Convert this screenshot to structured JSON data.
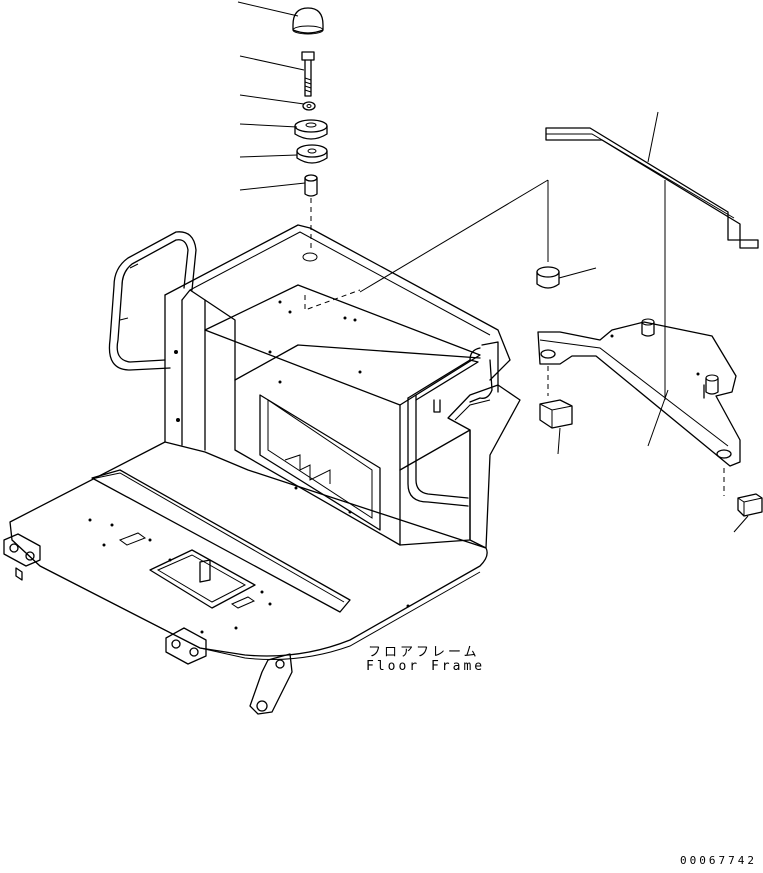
{
  "diagram": {
    "label_japanese": "フロアフレーム",
    "label_english": "Floor Frame",
    "drawing_number": "00067742"
  }
}
